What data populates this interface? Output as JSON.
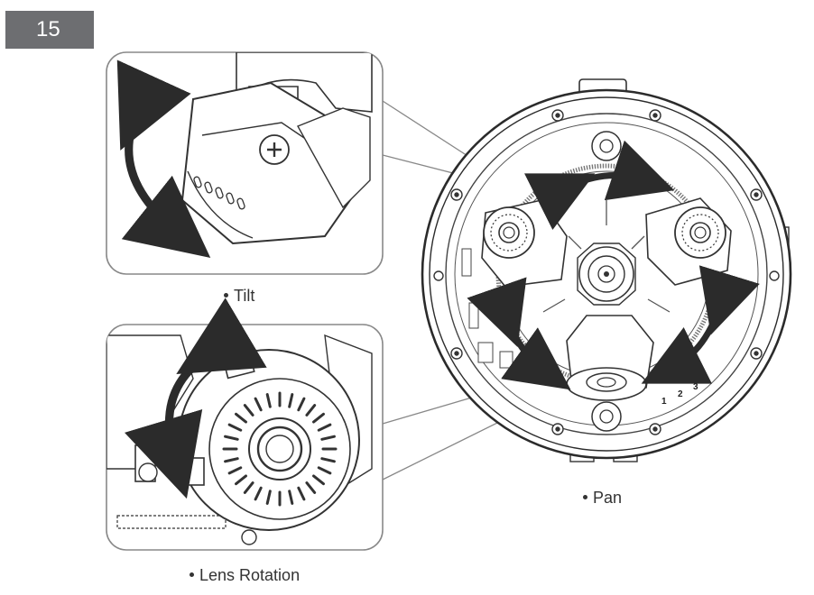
{
  "step": {
    "number": "15"
  },
  "captions": {
    "tilt": "Tilt",
    "lens_rotation": "Lens Rotation",
    "pan": "Pan"
  },
  "device_labels": {
    "channels": [
      "1",
      "2",
      "3"
    ]
  }
}
